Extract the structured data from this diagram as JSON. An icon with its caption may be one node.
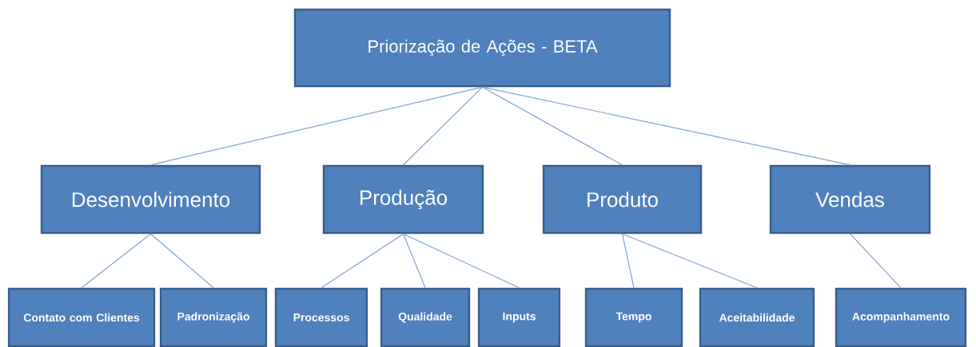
{
  "diagram": {
    "nodes": [
      {
        "text": [
          "Priorização de Ações - BETA"
        ]
      },
      {
        "text": [
          "Desenvolvimento"
        ]
      },
      {
        "text": [
          "Produção"
        ]
      },
      {
        "text": [
          "Produto"
        ]
      },
      {
        "text": [
          "Vendas"
        ]
      },
      {
        "text": [
          "Contato com Clientes"
        ]
      },
      {
        "text": [
          "Padronização"
        ]
      },
      {
        "text": [
          "Processos"
        ]
      },
      {
        "text": [
          "Qualidade"
        ]
      },
      {
        "text": [
          "Inputs"
        ]
      },
      {
        "text": [
          "Tempo"
        ]
      },
      {
        "text": [
          "Aceitabilidade"
        ]
      },
      {
        "text": [
          "Acompanhamento"
        ]
      }
    ],
    "edges": [
      {
        "from": 0,
        "to": 1,
        "arrow": "none"
      },
      {
        "from": 0,
        "to": 2,
        "arrow": "none"
      },
      {
        "from": 0,
        "to": 3,
        "arrow": "none"
      },
      {
        "from": 0,
        "to": 4,
        "arrow": "none"
      },
      {
        "from": 1,
        "to": 5,
        "arrow": "none"
      },
      {
        "from": 1,
        "to": 6,
        "arrow": "none"
      },
      {
        "from": 2,
        "to": 7,
        "arrow": "none"
      },
      {
        "from": 2,
        "to": 8,
        "arrow": "none"
      },
      {
        "from": 2,
        "to": 9,
        "arrow": "none"
      },
      {
        "from": 3,
        "to": 10,
        "arrow": "none"
      },
      {
        "from": 3,
        "to": 11,
        "arrow": "none"
      },
      {
        "from": 4,
        "to": 12,
        "arrow": "none"
      }
    ]
  }
}
